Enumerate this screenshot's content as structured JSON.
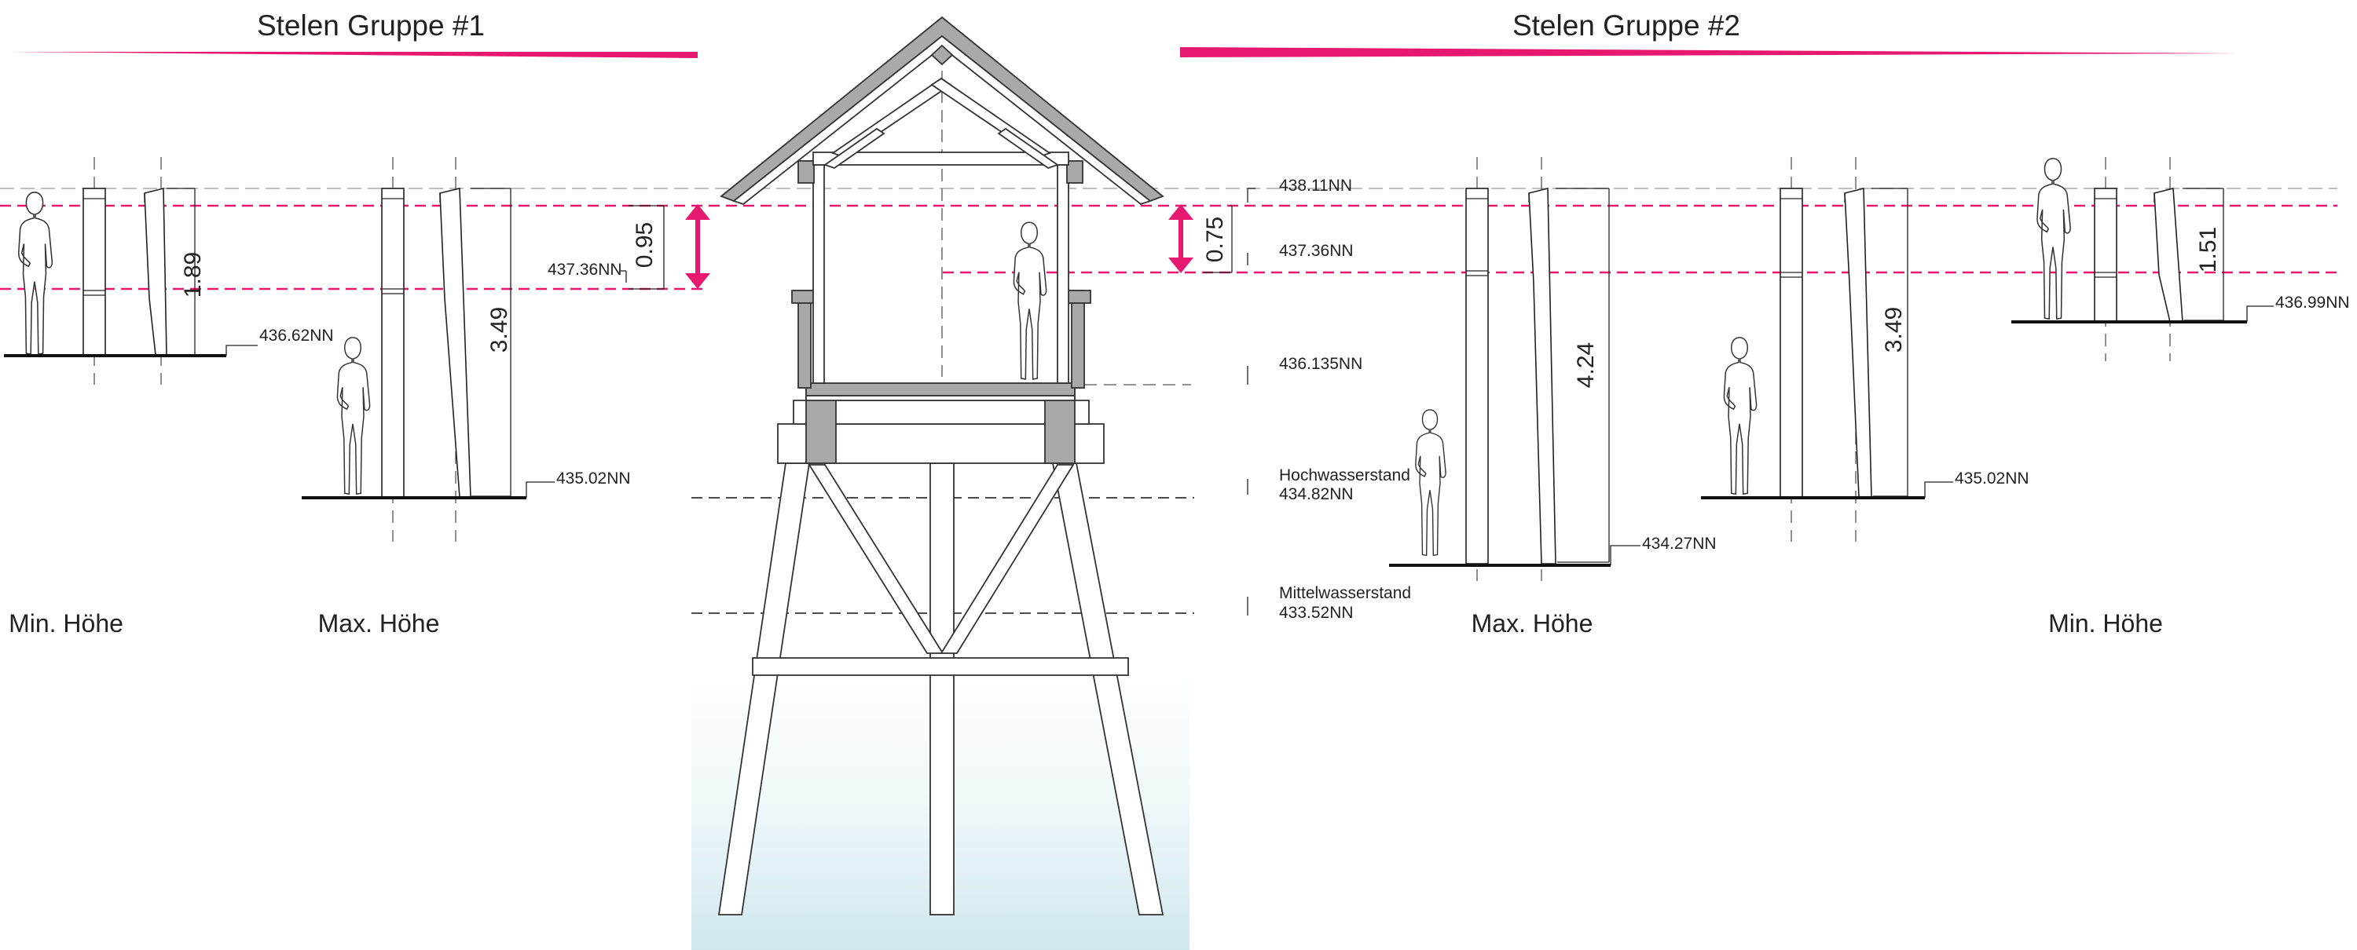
{
  "groups": [
    {
      "title": "Stelen Gruppe #1",
      "captions": [
        "Min. Höhe",
        "Max. Höhe"
      ]
    },
    {
      "title": "Stelen Gruppe #2",
      "captions": [
        "Max. Höhe",
        "Min. Höhe"
      ]
    }
  ],
  "dimensions": {
    "g1_min_height": "1.89",
    "g1_max_height": "3.49",
    "tower_left_gap": "0.95",
    "tower_right_gap": "0.75",
    "g2_max_height": "4.24",
    "g2_mid_height": "3.49",
    "g2_min_height": "1.51"
  },
  "levels": {
    "g1_top": "437.36NN",
    "g1_min_base": "436.62NN",
    "g1_max_base": "435.02NN",
    "roof_eave": "438.11NN",
    "platform_top": "437.36NN",
    "floor": "436.135NN",
    "flood_label": "Hochwasserstand",
    "flood_value": "434.82NN",
    "mean_label": "Mittelwasserstand",
    "mean_value": "433.52NN",
    "g2_max_base": "434.27NN",
    "g2_mid_base": "435.02NN",
    "g2_min_base": "436.99NN"
  },
  "colors": {
    "accent": "#e6186f",
    "water_top": "#ffffff",
    "water_bottom": "#cfe8ee"
  },
  "icons": [
    "double-arrow-icon",
    "person-silhouette-icon"
  ]
}
